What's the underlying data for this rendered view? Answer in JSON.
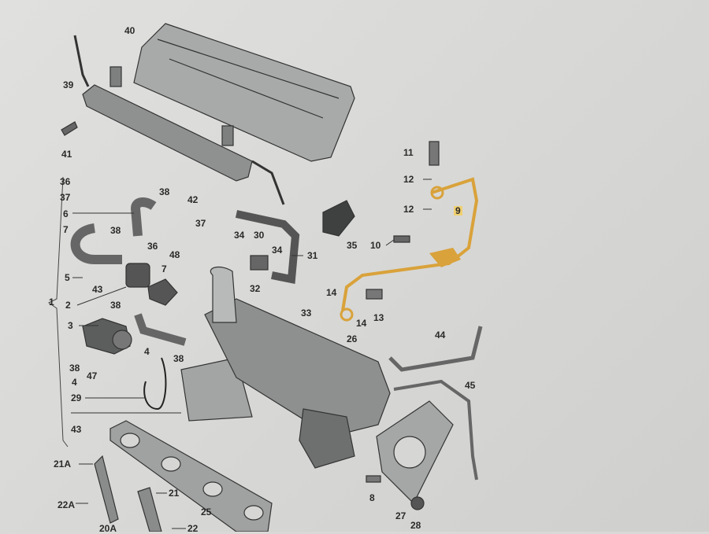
{
  "diagram": {
    "type": "exploded parts diagram - turbocharger and exhaust manifold",
    "highlight_color": "#d9a23a",
    "labels": [
      "40",
      "39",
      "41",
      "36",
      "37",
      "6",
      "7",
      "38",
      "42",
      "37",
      "38",
      "36",
      "48",
      "5",
      "43",
      "7",
      "1",
      "2",
      "38",
      "3",
      "38",
      "47",
      "4",
      "29",
      "43",
      "4",
      "38",
      "34",
      "30",
      "34",
      "31",
      "35",
      "32",
      "33",
      "11",
      "12",
      "12",
      "9",
      "10",
      "14",
      "14",
      "13",
      "26",
      "44",
      "45",
      "21A",
      "22A",
      "20A",
      "21",
      "22",
      "25",
      "8",
      "27",
      "28"
    ]
  }
}
